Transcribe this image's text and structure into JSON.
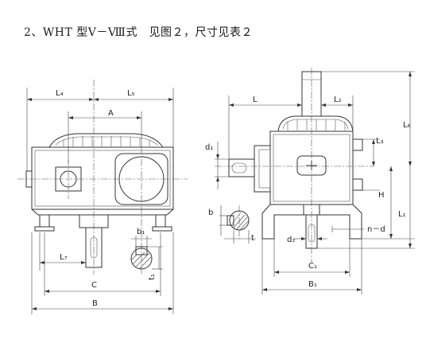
{
  "title": "2、WHT 型Ⅴ－Ⅷ式　见图２，尺寸见表２",
  "front_view": {
    "labels": {
      "L4": "L₄",
      "L5": "L₅",
      "A": "A",
      "b1": "b₁",
      "t1": "t₁",
      "L7": "L₇",
      "C": "C",
      "B": "B"
    }
  },
  "side_view": {
    "labels": {
      "L": "L",
      "L2": "L₂",
      "L6": "L₆",
      "L3": "L₃",
      "H": "H",
      "L1": "L₁",
      "d1": "d₁",
      "b": "b",
      "t": "t",
      "d2": "d₂",
      "n_d": "n－d",
      "C1": "C₁",
      "B1": "B₁"
    }
  }
}
